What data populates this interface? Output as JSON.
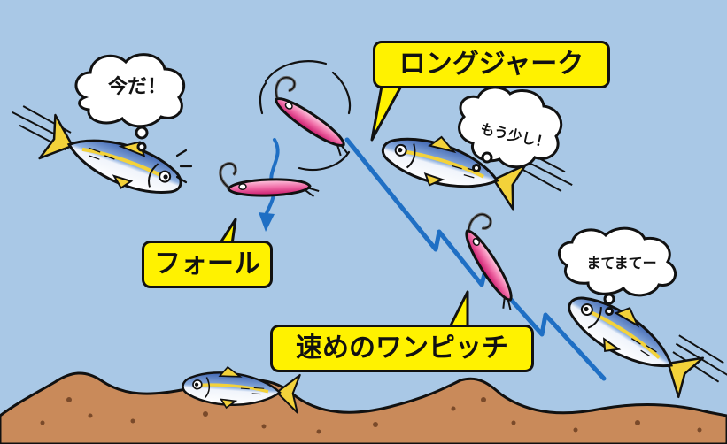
{
  "labels": {
    "long_jerk": "ロングジャーク",
    "fall": "フォール",
    "fast_one_pitch": "速めのワンピッチ"
  },
  "bubbles": {
    "now": "今だ！",
    "a_little_more": "もう少し！",
    "wait": "まてまてー"
  },
  "colors": {
    "water": "#a9c8e6",
    "seabed": "#c98a5a",
    "label_bg": "#fff200",
    "path_line": "#1f6fc4",
    "lure_pink": "#e8307e",
    "fish_blue": "#5b7fc0",
    "fish_yellow": "#f3d23a"
  }
}
